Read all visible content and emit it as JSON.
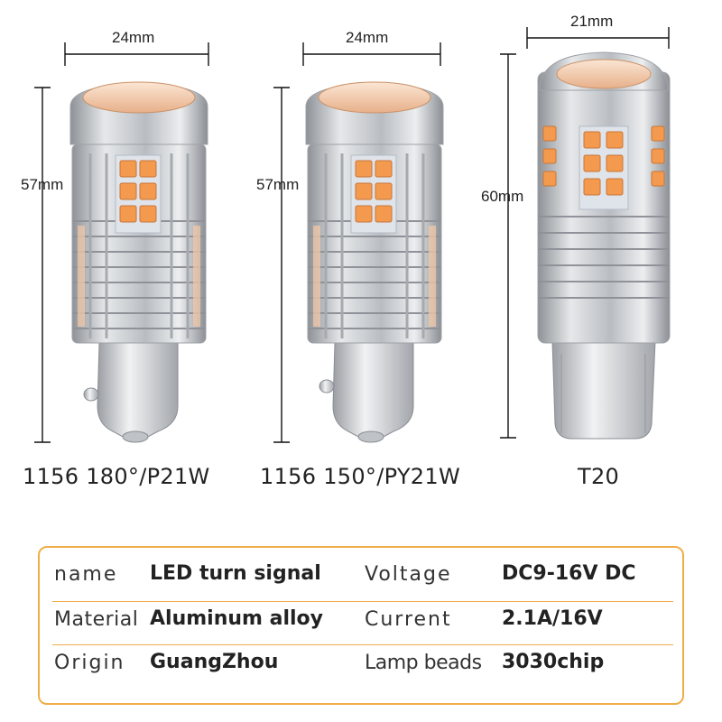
{
  "bulbs": [
    {
      "width_label": "24mm",
      "height_label": "57mm",
      "caption": "1156 180°/P21W"
    },
    {
      "width_label": "24mm",
      "height_label": "57mm",
      "caption": "1156 150°/PY21W"
    },
    {
      "width_label": "21mm",
      "height_label": "60mm",
      "caption": "T20"
    }
  ],
  "specs": [
    {
      "label1": "name",
      "value1": "LED turn signal",
      "label2": "Voltage",
      "value2": "DC9-16V DC"
    },
    {
      "label1": "Material",
      "value1": "Aluminum alloy",
      "label2": "Current",
      "value2": "2.1A/16V"
    },
    {
      "label1": "Origin",
      "value1": "GuangZhou",
      "label2": "Lamp beads",
      "value2": "3030chip"
    }
  ],
  "colors": {
    "accent": "#f0ae48",
    "led": "#f39a4e",
    "aluminum": "#c9ccd0"
  }
}
